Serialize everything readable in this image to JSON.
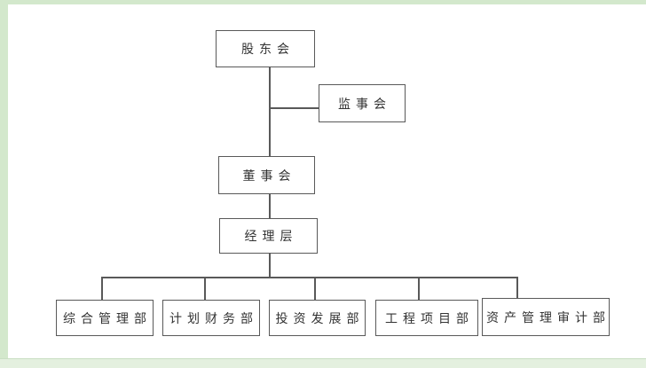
{
  "colors": {
    "page_background": "#ffffff",
    "frame_green": "#d3e8cc",
    "frame_green_light": "#e4f0df",
    "frame_edge_line": "#c9dfc3",
    "box_border": "#595959",
    "connector_line": "#595959",
    "text": "#333333"
  },
  "org": {
    "nodes": [
      {
        "id": "shareholders-meeting",
        "label": "股东会"
      },
      {
        "id": "board-of-supervisors",
        "label": "监事会"
      },
      {
        "id": "board-of-directors",
        "label": "董事会"
      },
      {
        "id": "management-level",
        "label": "经理层"
      },
      {
        "id": "general-admin-dept",
        "label": "综合管理部"
      },
      {
        "id": "planning-finance-dept",
        "label": "计划财务部"
      },
      {
        "id": "investment-dev-dept",
        "label": "投资发展部"
      },
      {
        "id": "engineering-project-dept",
        "label": "工程项目部"
      },
      {
        "id": "asset-mgmt-audit-dept",
        "label": "资产管理审计部"
      }
    ],
    "hierarchy": {
      "root": "股东会",
      "edges": [
        [
          "股东会",
          "监事会"
        ],
        [
          "股东会",
          "董事会"
        ],
        [
          "董事会",
          "经理层"
        ],
        [
          "经理层",
          "综合管理部"
        ],
        [
          "经理层",
          "计划财务部"
        ],
        [
          "经理层",
          "投资发展部"
        ],
        [
          "经理层",
          "工程项目部"
        ],
        [
          "经理层",
          "资产管理审计部"
        ]
      ]
    }
  }
}
